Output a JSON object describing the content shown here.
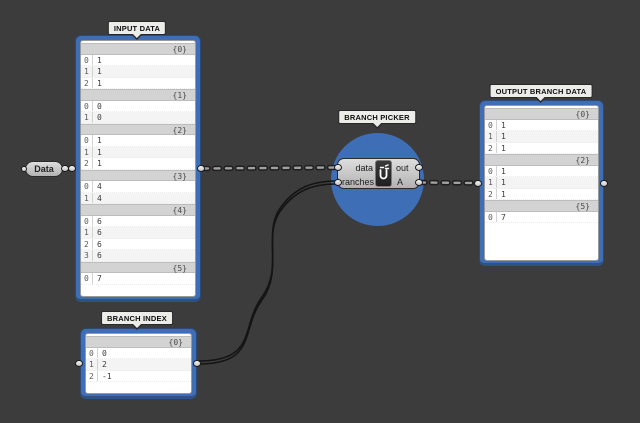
{
  "window": {
    "background": "#3c3c3c",
    "accent_blue": "#3e6eb5",
    "panel_face": "#ffffff",
    "header_gray": "#d3d3d3"
  },
  "data_param": {
    "label": "Data"
  },
  "panels": {
    "input_data": {
      "tag": "INPUT DATA",
      "branches": [
        {
          "path": "{0}",
          "items": [
            "1",
            "1",
            "1"
          ]
        },
        {
          "path": "{1}",
          "items": [
            "0",
            "0"
          ]
        },
        {
          "path": "{2}",
          "items": [
            "1",
            "1",
            "1"
          ]
        },
        {
          "path": "{3}",
          "items": [
            "4",
            "4"
          ]
        },
        {
          "path": "{4}",
          "items": [
            "6",
            "6",
            "6",
            "6"
          ]
        },
        {
          "path": "{5}",
          "items": [
            "7"
          ]
        }
      ]
    },
    "branch_index": {
      "tag": "BRANCH INDEX",
      "branches": [
        {
          "path": "{0}",
          "items": [
            "0",
            "2",
            "-1"
          ]
        }
      ]
    },
    "output_branch_data": {
      "tag": "OUTPUT BRANCH DATA",
      "branches": [
        {
          "path": "{0}",
          "items": [
            "1",
            "1",
            "1"
          ]
        },
        {
          "path": "{2}",
          "items": [
            "1",
            "1",
            "1"
          ]
        },
        {
          "path": "{5}",
          "items": [
            "7"
          ]
        }
      ]
    }
  },
  "component": {
    "tag": "BRANCH PICKER",
    "inputs": [
      "data",
      "branches"
    ],
    "outputs": [
      "out",
      "A"
    ],
    "icon": "branch-picker-icon"
  }
}
